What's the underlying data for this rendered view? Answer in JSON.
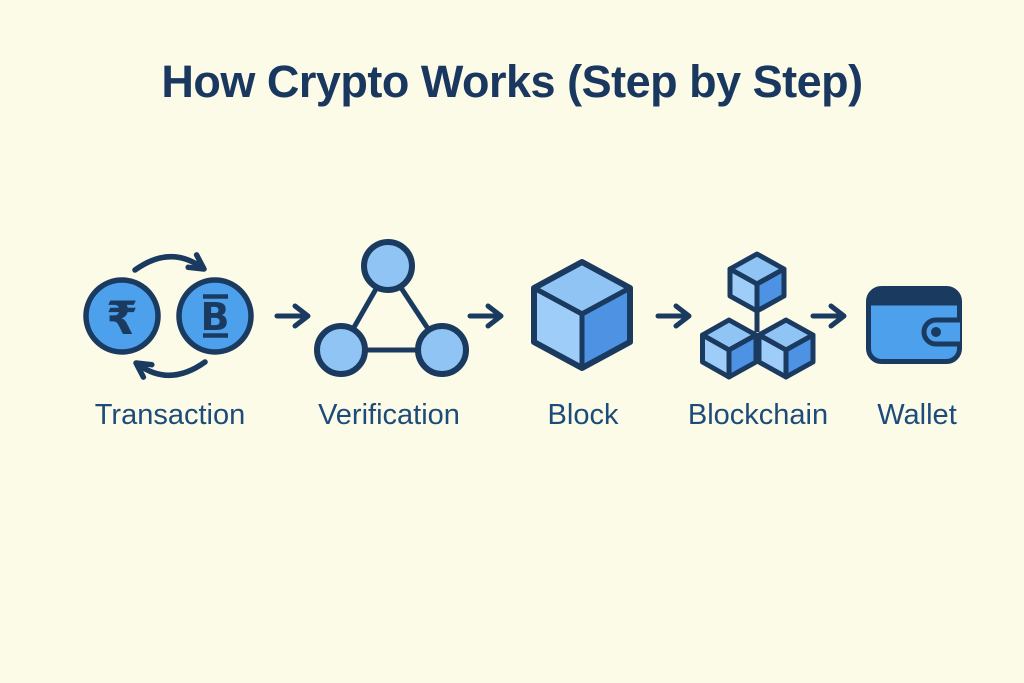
{
  "title": "How Crypto Works (Step by Step)",
  "colors": {
    "background": "#FBFBE7",
    "navy_outline": "#1B3A5F",
    "title_navy": "#1A3760",
    "label_navy": "#1D4B7A",
    "medium_blue": "#4DA0EC",
    "light_blue": "#8FC4F4",
    "lighter_blue": "#9DCDF8",
    "face_blue": "#4E93E3"
  },
  "steps": [
    {
      "label": "Transaction",
      "icon": "currency-exchange-icon"
    },
    {
      "label": "Verification",
      "icon": "network-triangle-icon"
    },
    {
      "label": "Block",
      "icon": "cube-icon"
    },
    {
      "label": "Blockchain",
      "icon": "linked-cubes-icon"
    },
    {
      "label": "Wallet",
      "icon": "wallet-icon"
    }
  ],
  "transaction_icon": {
    "left_symbol": "₹",
    "right_symbol": "B"
  },
  "flow_arrow": {
    "glyph": "→",
    "count": 4
  }
}
